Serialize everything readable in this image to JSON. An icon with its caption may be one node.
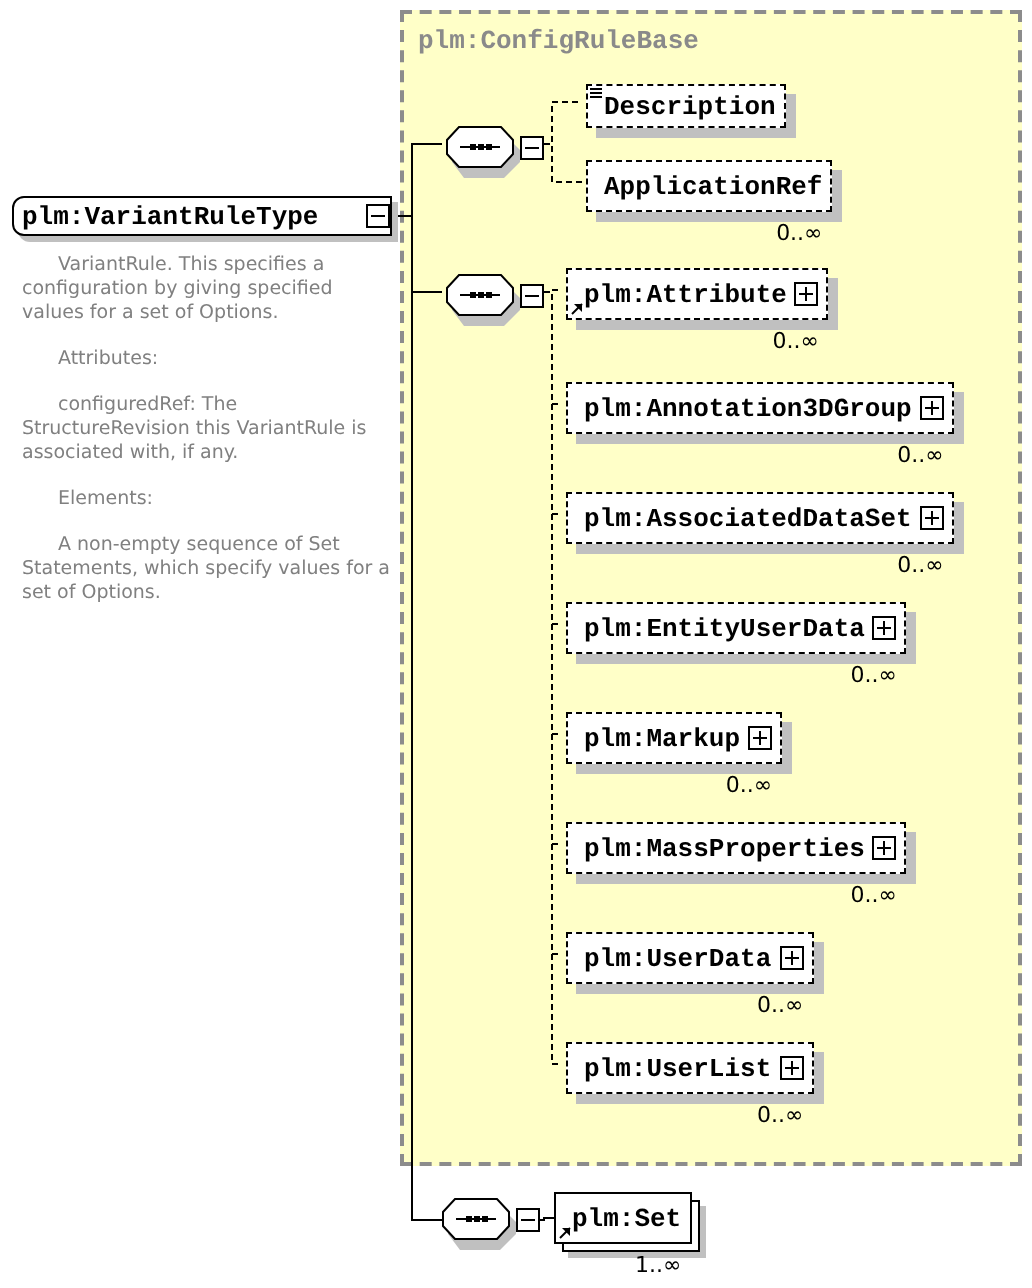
{
  "diagram": {
    "nodes": [
      {
        "text": [
          "plm:VariantRuleType"
        ],
        "beside": [
          "VariantRule. This specifies a configuration by giving specified values for a set of Options.",
          "Attributes:",
          "configuredRef: The StructureRevision this VariantRule is associated with, if any.",
          "Elements:",
          "A non-empty sequence of Set Statements, which specify values for a set of Options."
        ]
      },
      {
        "text": [
          "plm:ConfigRuleBase"
        ]
      },
      {
        "text": [],
        "shape": "octagon",
        "in": 1
      },
      {
        "text": [
          "Description"
        ],
        "in": 1
      },
      {
        "text": [
          "ApplicationRef"
        ],
        "beside": [
          "0..∞"
        ],
        "in": 1
      },
      {
        "text": [],
        "shape": "octagon",
        "in": 1
      },
      {
        "text": [
          "plm:Attribute"
        ],
        "beside": [
          "0..∞"
        ],
        "in": 1
      },
      {
        "text": [
          "plm:Annotation3DGroup"
        ],
        "beside": [
          "0..∞"
        ],
        "in": 1
      },
      {
        "text": [
          "plm:AssociatedDataSet"
        ],
        "beside": [
          "0..∞"
        ],
        "in": 1
      },
      {
        "text": [
          "plm:EntityUserData"
        ],
        "beside": [
          "0..∞"
        ],
        "in": 1
      },
      {
        "text": [
          "plm:Markup"
        ],
        "beside": [
          "0..∞"
        ],
        "in": 1
      },
      {
        "text": [
          "plm:MassProperties"
        ],
        "beside": [
          "0..∞"
        ],
        "in": 1
      },
      {
        "text": [
          "plm:UserData"
        ],
        "beside": [
          "0..∞"
        ],
        "in": 1
      },
      {
        "text": [
          "plm:UserList"
        ],
        "beside": [
          "0..∞"
        ],
        "in": 1
      },
      {
        "text": [],
        "shape": "octagon"
      },
      {
        "text": [
          "plm:Set"
        ],
        "beside": [
          "1..∞"
        ]
      }
    ],
    "edges": [
      {
        "from": 0,
        "to": 2,
        "arrow": "none"
      },
      {
        "from": 0,
        "to": 5,
        "arrow": "none"
      },
      {
        "from": 0,
        "to": 14,
        "arrow": "none"
      },
      {
        "from": 2,
        "to": 3,
        "arrow": "none",
        "style": "dashed"
      },
      {
        "from": 2,
        "to": 4,
        "arrow": "none",
        "style": "dashed"
      },
      {
        "from": 5,
        "to": 6,
        "arrow": "none",
        "style": "dashed"
      },
      {
        "from": 5,
        "to": 7,
        "arrow": "none",
        "style": "dashed"
      },
      {
        "from": 5,
        "to": 8,
        "arrow": "none",
        "style": "dashed"
      },
      {
        "from": 5,
        "to": 9,
        "arrow": "none",
        "style": "dashed"
      },
      {
        "from": 5,
        "to": 10,
        "arrow": "none",
        "style": "dashed"
      },
      {
        "from": 5,
        "to": 11,
        "arrow": "none",
        "style": "dashed"
      },
      {
        "from": 5,
        "to": 12,
        "arrow": "none",
        "style": "dashed"
      },
      {
        "from": 5,
        "to": 13,
        "arrow": "none",
        "style": "dashed"
      },
      {
        "from": 14,
        "to": 15,
        "arrow": "none"
      }
    ]
  }
}
